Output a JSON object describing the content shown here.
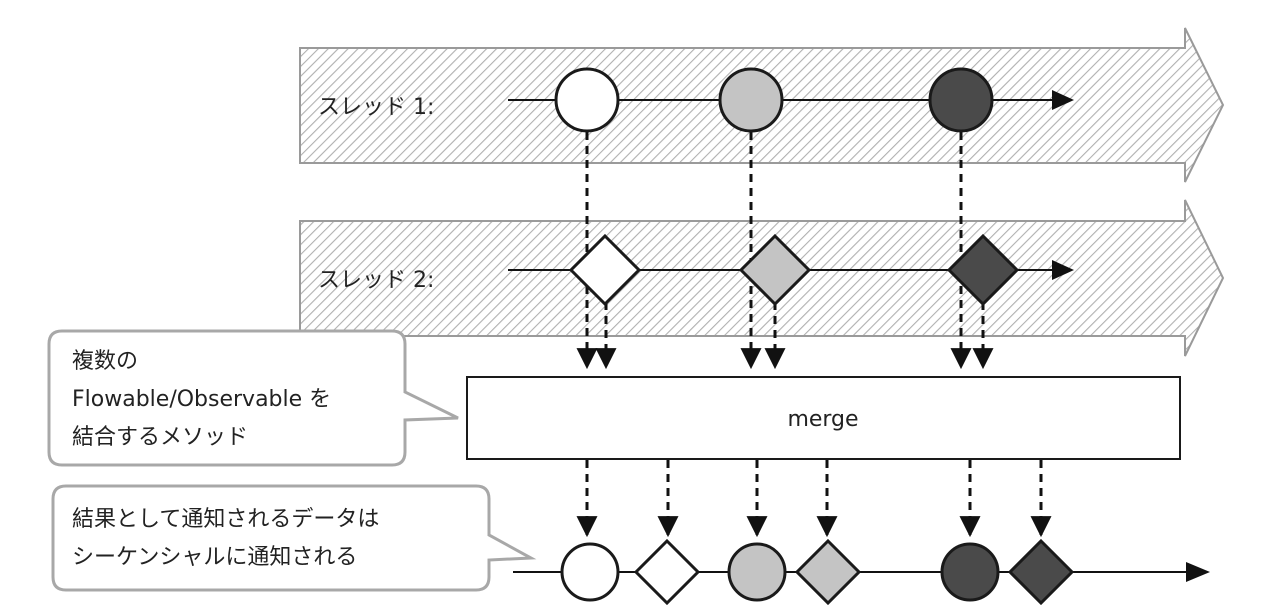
{
  "threads": [
    {
      "label": "スレッド 1:"
    },
    {
      "label": "スレッド 2:"
    }
  ],
  "merge": {
    "label": "merge"
  },
  "callouts": [
    {
      "lines": [
        "複数の",
        "Flowable/Observable を",
        "結合するメソッド"
      ]
    },
    {
      "lines": [
        "結果として通知されるデータは",
        "シーケンシャルに通知される"
      ]
    }
  ],
  "colors": {
    "white": "#ffffff",
    "gray": "#c4c4c4",
    "dark": "#4a4a4a",
    "outline": "#1a1a1a",
    "callout_border": "#a8a8a8",
    "band_hatch": "#b0b0b0"
  },
  "items": [
    {
      "color": "white",
      "shape_thread1": "circle",
      "shape_thread2": "diamond"
    },
    {
      "color": "gray",
      "shape_thread1": "circle",
      "shape_thread2": "diamond"
    },
    {
      "color": "dark",
      "shape_thread1": "circle",
      "shape_thread2": "diamond"
    }
  ],
  "output_sequence": [
    {
      "shape": "circle",
      "color": "white"
    },
    {
      "shape": "diamond",
      "color": "white"
    },
    {
      "shape": "circle",
      "color": "gray"
    },
    {
      "shape": "diamond",
      "color": "gray"
    },
    {
      "shape": "circle",
      "color": "dark"
    },
    {
      "shape": "diamond",
      "color": "dark"
    }
  ]
}
